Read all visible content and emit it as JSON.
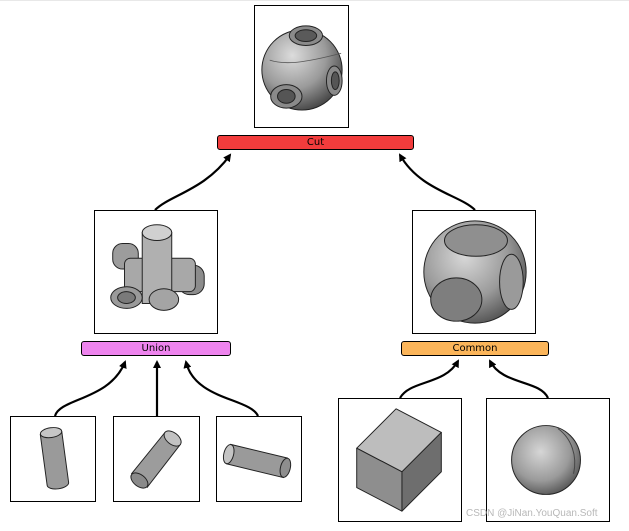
{
  "operations": {
    "cut": {
      "label": "Cut",
      "color": "#f23c3c"
    },
    "union": {
      "label": "Union",
      "color": "#ee84ee"
    },
    "common": {
      "label": "Common",
      "color": "#fbb55a"
    }
  },
  "shapes": {
    "result": "sphere-with-holes",
    "union_result": "cross-of-cylinders",
    "common_result": "cube-sphere-intersection",
    "inputs": [
      "vertical-cylinder",
      "tilted-cylinder",
      "horizontal-cylinder",
      "cube",
      "sphere"
    ]
  },
  "watermark": "CSDN @JiNan.YouQuan.Soft"
}
